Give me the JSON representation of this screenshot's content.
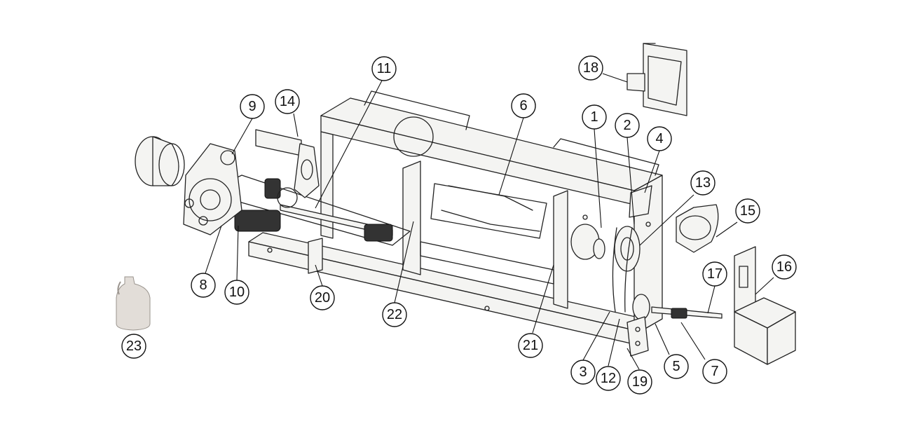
{
  "callouts": [
    {
      "id": "1",
      "label": "1"
    },
    {
      "id": "2",
      "label": "2"
    },
    {
      "id": "3",
      "label": "3"
    },
    {
      "id": "4",
      "label": "4"
    },
    {
      "id": "5",
      "label": "5"
    },
    {
      "id": "6",
      "label": "6"
    },
    {
      "id": "7",
      "label": "7"
    },
    {
      "id": "8",
      "label": "8"
    },
    {
      "id": "9",
      "label": "9"
    },
    {
      "id": "10",
      "label": "10"
    },
    {
      "id": "11",
      "label": "11"
    },
    {
      "id": "12",
      "label": "12"
    },
    {
      "id": "13",
      "label": "13"
    },
    {
      "id": "14",
      "label": "14"
    },
    {
      "id": "15",
      "label": "15"
    },
    {
      "id": "16",
      "label": "16"
    },
    {
      "id": "17",
      "label": "17"
    },
    {
      "id": "18",
      "label": "18"
    },
    {
      "id": "19",
      "label": "19"
    },
    {
      "id": "20",
      "label": "20"
    },
    {
      "id": "21",
      "label": "21"
    },
    {
      "id": "22",
      "label": "22"
    },
    {
      "id": "23",
      "label": "23"
    }
  ],
  "colors": {
    "background": "#ffffff",
    "line": "#222222",
    "part_fill": "#f4f4f2",
    "bottle_fill": "#e2ddd8"
  }
}
